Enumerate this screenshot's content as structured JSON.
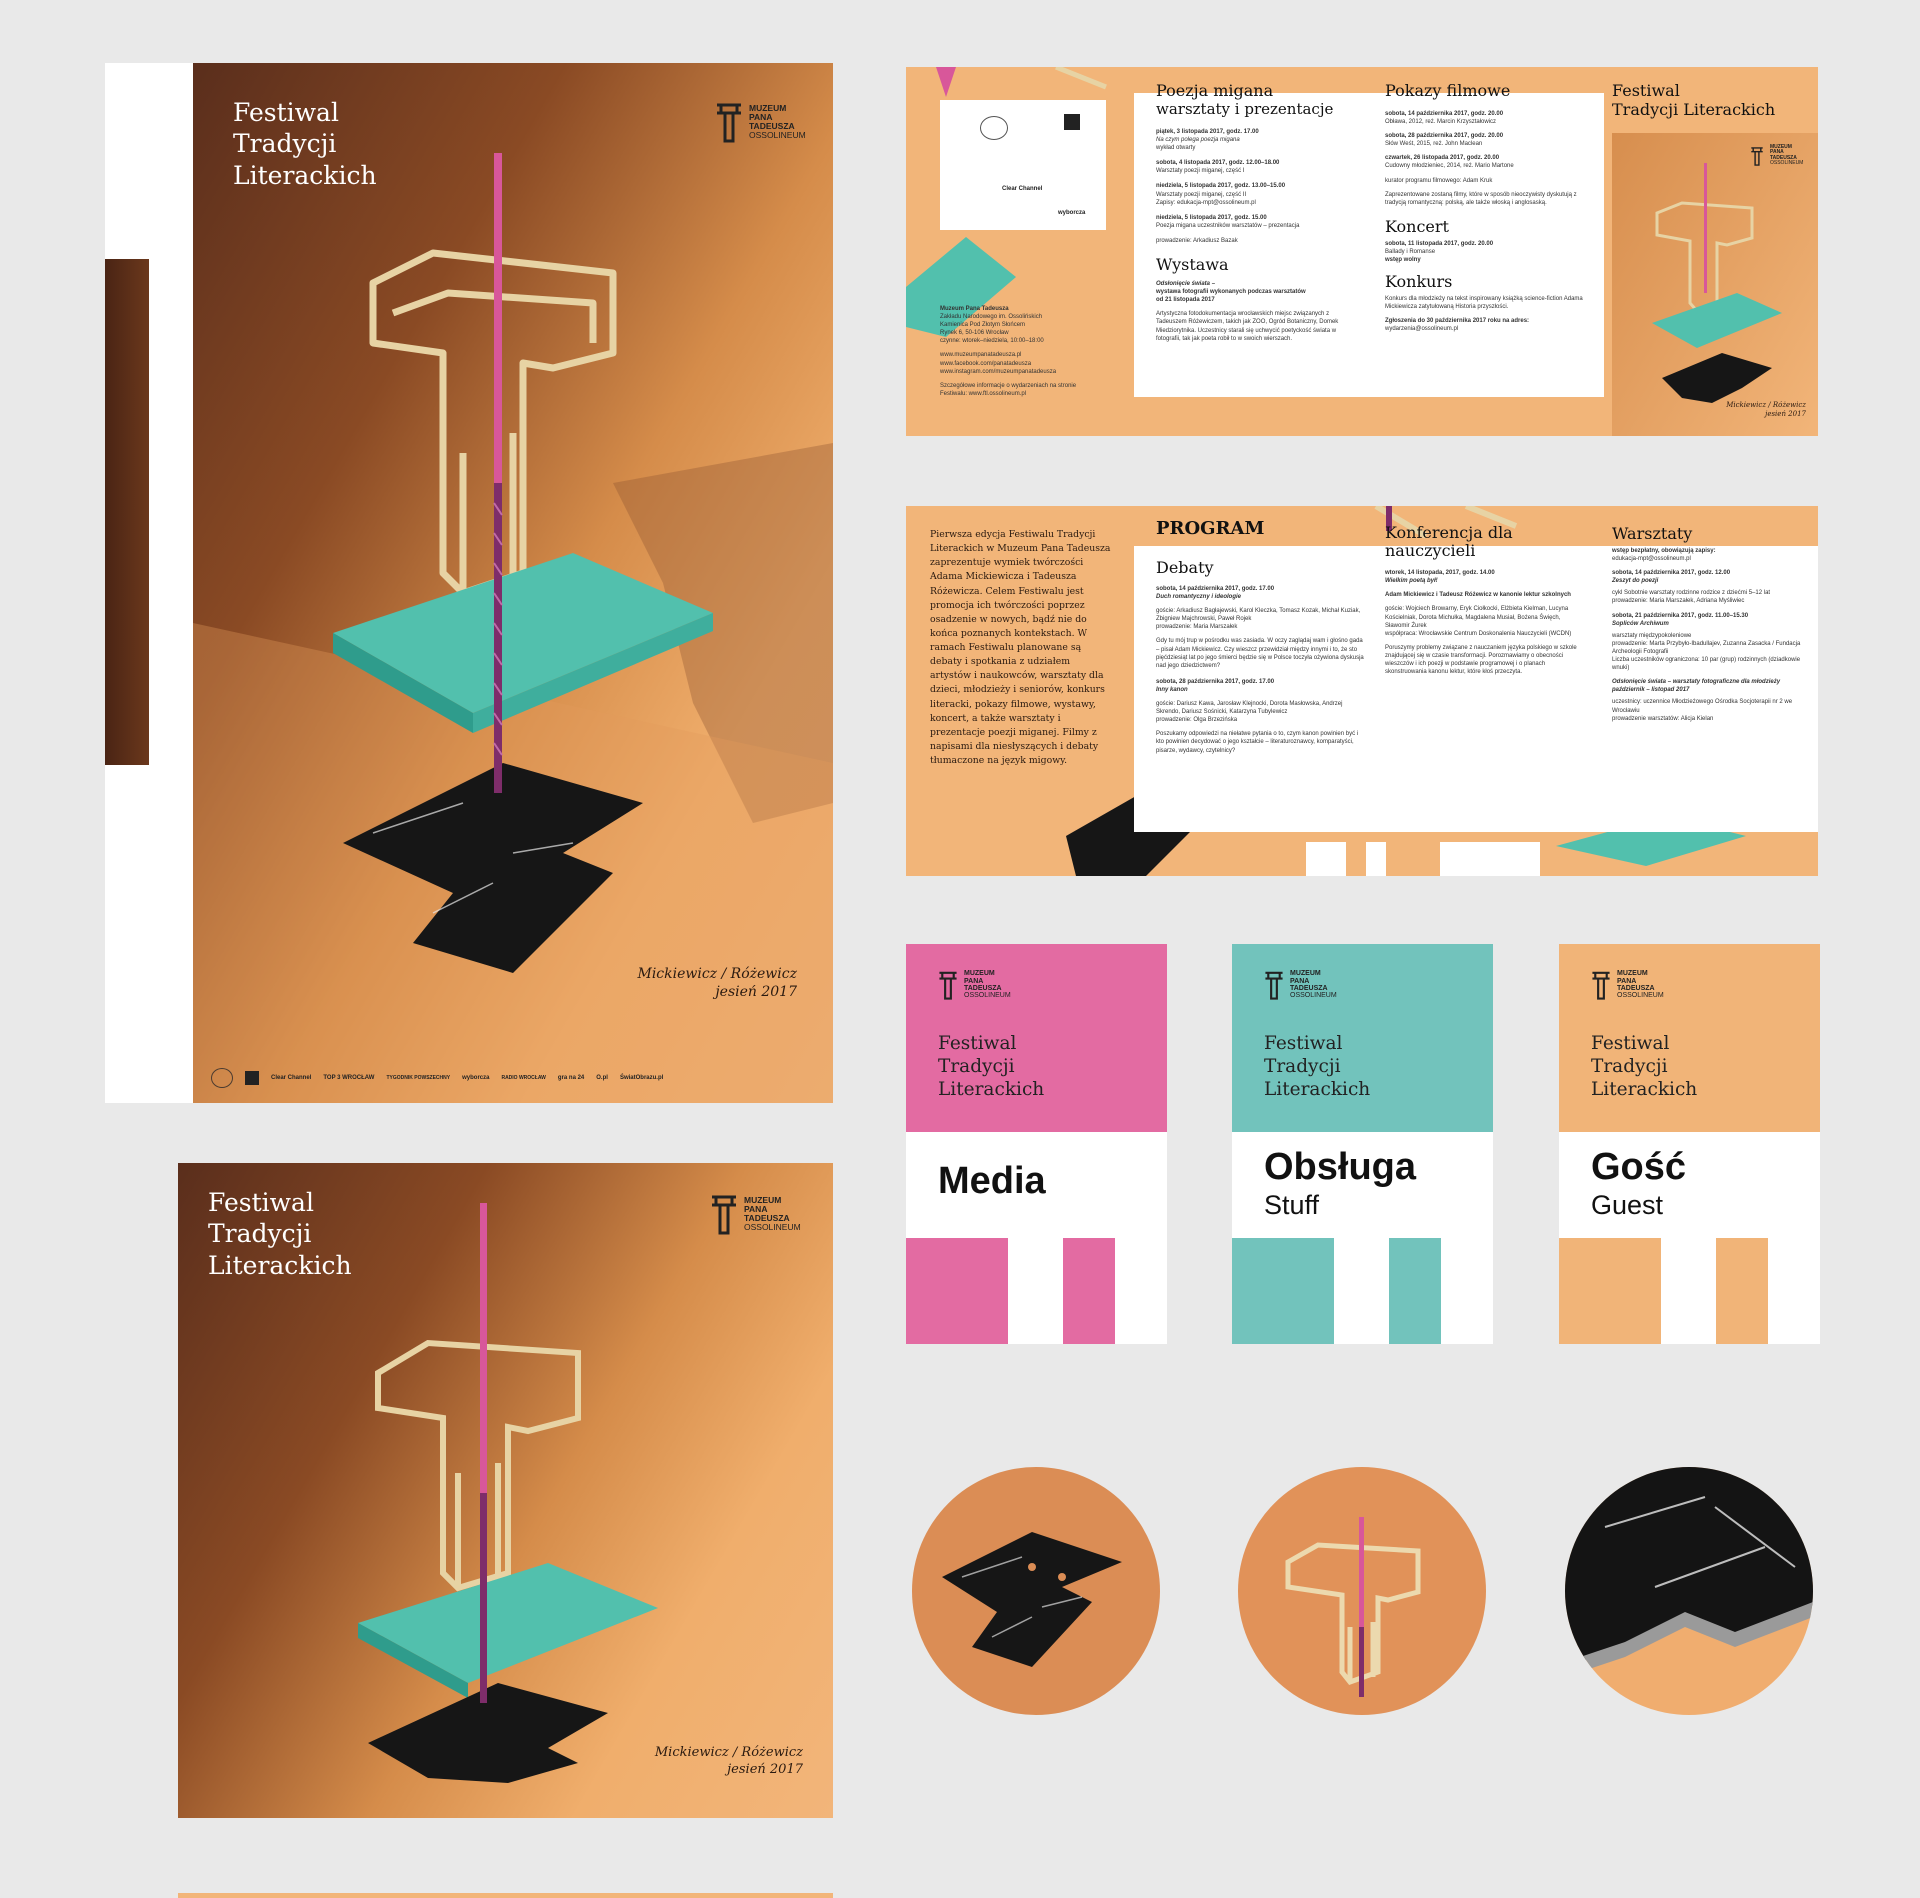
{
  "festival": {
    "title_line1": "Festiwal",
    "title_line2": "Tradycji",
    "title_line3": "Literackich",
    "credit_line1": "Mickiewicz / Różewicz",
    "credit_line2": "jesień 2017",
    "brochure_heading_line1": "Festiwal",
    "brochure_heading_line2": "Tradycji Literackich"
  },
  "logo": {
    "line1": "MUZEUM",
    "line2": "PANA",
    "line3": "TADEUSZA",
    "line4": "OSSOLINEUM"
  },
  "sponsors": [
    "Clear Channel",
    "TOP 3 WROCŁAW",
    "TYGODNIK POWSZECHNY",
    "wyborcza",
    "RADIO WROCŁAW",
    "gra na 24",
    "O.pl",
    "ŚwiatObrazu.pl"
  ],
  "brochure1": {
    "poezja": {
      "title": "Poezja migana",
      "subtitle": "warsztaty i prezentacje",
      "entries": [
        {
          "date": "piątek, 3 listopada 2017, godz. 17.00",
          "desc": "Na czym polega poezja migana",
          "desc2": "wykład otwarty"
        },
        {
          "date": "sobota, 4 listopada 2017, godz. 12.00–18.00",
          "desc": "Warsztaty poezji miganej, część I"
        },
        {
          "date": "niedziela, 5 listopada 2017, godz. 13.00–15.00",
          "desc": "Warsztaty poezji miganej, część II",
          "desc2": "Zapisy: edukacja-mpt@ossolineum.pl"
        },
        {
          "date": "niedziela, 5 listopada 2017, godz. 15.00",
          "desc": "Poezja migana uczestników warsztatów – prezentacja"
        }
      ],
      "lead": "prowadzenie: Arkadiusz Bazak"
    },
    "wystawa": {
      "title": "Wystawa",
      "line1": "Odsłonięcie świata –",
      "line2": "wystawa fotografii wykonanych podczas warsztatów",
      "line3": "od 21 listopada 2017",
      "body": "Artystyczna fotodokumentacja wrocławskich miejsc związanych z Tadeuszem Różewiczem, takich jak ZOO, Ogród Botaniczny, Domek Miedziorytnika. Uczestnicy starali się uchwycić poetyckość świata w fotografii, tak jak poeta robił to w swoich wierszach."
    },
    "pokazy": {
      "title": "Pokazy filmowe",
      "entries": [
        {
          "date": "sobota, 14 października 2017, godz. 20.00",
          "desc": "Obława, 2012, reż. Marcin Krzyształowicz"
        },
        {
          "date": "sobota, 28 października 2017, godz. 20.00",
          "desc": "Słów Weśt, 2015, reż. John Maclean"
        },
        {
          "date": "czwartek, 26 listopada 2017, godz. 20.00",
          "desc": "Cudowny młodzieniec, 2014, reż. Mario Martone"
        }
      ],
      "curator": "kurator programu filmowego: Adam Kruk",
      "body": "Zaprezentowane zostaną filmy, które w sposób nieoczywisty dyskutują z tradycją romantyczną: polską, ale także włoską i anglosaską."
    },
    "koncert": {
      "title": "Koncert",
      "date": "sobota, 11 listopada 2017, godz. 20.00",
      "desc": "Ballady i Romanse",
      "entry": "wstęp wolny"
    },
    "konkurs": {
      "title": "Konkurs",
      "body": "Konkurs dla młodzieży na tekst inspirowany książką science-fiction Adama Mickiewicza zatytułowaną Historia przyszłości.",
      "deadline": "Zgłoszenia do 30 października 2017 roku na adres:",
      "email": "wydarzenia@ossolineum.pl"
    },
    "address": {
      "name": "Muzeum Pana Tadeusza",
      "line1": "Zakładu Narodowego im. Ossolińskich",
      "line2": "Kamienica Pod Złotym Słońcem",
      "line3": "Rynek 6, 50-106 Wrocław",
      "hours": "czynne: wtorek–niedziela, 10:00–18:00",
      "web1": "www.muzeumpanatadeusza.pl",
      "web2": "www.facebook.com/panatadeusza",
      "web3": "www.instagram.com/muzeumpanatadeusza",
      "more1": "Szczegółowe informacje o wydarzeniach na stronie",
      "more2": "Festiwalu: www.ftl.ossolineum.pl"
    },
    "credit_line1": "Mickiewicz / Różewicz",
    "credit_line2": "jesień 2017"
  },
  "brochure2": {
    "intro": "Pierwsza edycja Festiwalu Tradycji Literackich w Muzeum Pana Tadeusza zaprezentuje wymiek twórczości Adama Mickiewicza i Tadeusza Różewicza. Celem Festiwalu jest promocja ich twórczości poprzez osadzenie w nowych, bądź nie do końca poznanych kontekstach. W ramach Festiwalu planowane są debaty i spotkania z udziałem artystów i naukowców, warsztaty dla dzieci, młodzieży i seniorów, konkurs literacki, pokazy filmowe, wystawy, koncert, a także warsztaty i prezentacje poezji miganej. Filmy z napisami dla niesłyszących i debaty tłumaczone na język migowy.",
    "program": "PROGRAM",
    "debaty": {
      "title": "Debaty",
      "e1_date": "sobota, 14 października 2017, godz. 17.00",
      "e1_title": "Duch romantyczny i ideologie",
      "e1_guests": "goście: Arkadiusz Bagłajewski, Karol Kleczka, Tomasz Kozak, Michał Kuziak, Zbigniew Majchrowski, Paweł Rojek",
      "e1_lead": "prowadzenie: Maria Marszałek",
      "e1_body": "Gdy tu mój trup w pośrodku was zasiada. W oczy zaglądaj wam i głośno gada – pisał Adam Mickiewicz. Czy wieszcz przewidział między innymi i to, że sto pięćdziesiąt lat po jego śmierci będzie się w Polsce toczyła ożywiona dyskusja nad jego dziedzictwem?",
      "e2_date": "sobota, 28 października 2017, godz. 17.00",
      "e2_title": "Inny kanon",
      "e2_guests": "goście: Dariusz Kawa, Jarosław Klejnocki, Dorota Masłowska, Andrzej Skrendo, Dariusz Sośnicki, Katarzyna Tubylewicz",
      "e2_lead": "prowadzenie: Olga Brzezińska",
      "e2_body": "Poszukamy odpowiedzi na niełatwe pytania o to, czym kanon powinien być i kto powinien decydować o jego kształcie – literaturoznawcy, komparatyści, pisarze, wydawcy, czytelnicy?"
    },
    "konferencja": {
      "title_line1": "Konferencja dla",
      "title_line2": "nauczycieli",
      "date": "wtorek, 14 listopada, 2017, godz. 14.00",
      "subtitle": "Wielkim poetą był!",
      "topic": "Adam Mickiewicz i Tadeusz Różewicz w kanonie lektur szkolnych",
      "guests": "goście: Wojciech Browarny, Eryk Ciołkocki, Elżbieta Kielman, Lucyna Kościelniak, Dorota Michułka, Magdalena Musiał, Bożena Święch, Sławomir Żurek",
      "coop": "współpraca: Wrocławskie Centrum Doskonalenia Nauczycieli (WCDN)",
      "body": "Poruszymy problemy związane z nauczaniem języka polskiego w szkole znajdującej się w czasie transformacji. Porozmawiamy o obecności wieszczów i ich poezji w podstawie programowej i o planach skonstruowania kanonu lektur, które kłoś przeczyta."
    },
    "warsztaty": {
      "title": "Warsztaty",
      "free": "wstęp bezpłatny, obowiązują zapisy:",
      "email": "edukacja-mpt@ossolineum.pl",
      "e1_date": "sobota, 14 października 2017, godz. 12.00",
      "e1_title": "Zeszyt do poezji",
      "e1_desc": "cykl Sobotnie warsztaty rodzinne rodzice z dziećmi 5–12 lat",
      "e1_lead": "prowadzenie: Maria Marszałek, Adriana Myśliwiec",
      "e2_date": "sobota, 21 października 2017, godz. 11.00–15.30",
      "e2_title": "Sopliców Archiwum",
      "e2_desc": "warsztaty międzypokoleniowe",
      "e2_lead": "prowadzenie: Marta Przybyło-Ibadullajev, Zuzanna Zasacka / Fundacja Archeologii Fotografii",
      "e2_limit": "Liczba uczestników ograniczona: 10 par (grup) rodzinnych (dziadkowie wnuki)",
      "e3_title": "Odsłonięcie świata – warsztaty fotograficzne dla młodzieży październik – listopad 2017",
      "e3_who": "uczestnicy: uczennice Młodzieżowego Ośrodka Socjoterapii nr 2 we Wrocławiu",
      "e3_lead": "prowadzenie warsztatów: Alicja Kielan"
    }
  },
  "badges": [
    {
      "label": "Media",
      "sub": "",
      "color": "#e36ba2"
    },
    {
      "label": "Obsługa",
      "sub": "Stuff",
      "color": "#72c3bc"
    },
    {
      "label": "Gość",
      "sub": "Guest",
      "color": "#f1b478"
    }
  ],
  "colors": {
    "orange": "#f2b579",
    "pink": "#e36ba2",
    "teal": "#72c3bc",
    "dark_brown": "#4a2414",
    "circle_orange": "#db8d55"
  }
}
